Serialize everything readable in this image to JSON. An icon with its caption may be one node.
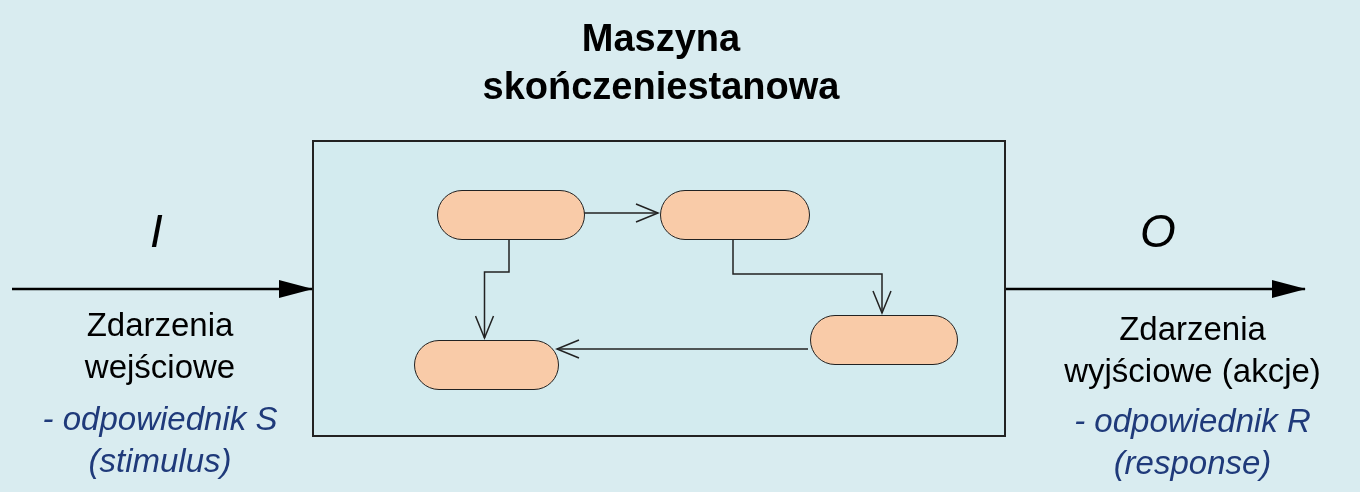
{
  "diagram": {
    "nodes": [
      {
        "text": [
          "Maszyna skończeniestanowa"
        ]
      },
      {
        "text": [],
        "shape": "box",
        "in": 0
      },
      {
        "text": [],
        "shape": "box",
        "in": 0
      },
      {
        "text": [],
        "shape": "box",
        "in": 0
      },
      {
        "text": [],
        "shape": "box",
        "in": 0
      }
    ],
    "edges": [
      {
        "from": 1,
        "to": 2,
        "arrow": "to"
      },
      {
        "from": 1,
        "to": 3,
        "arrow": "to"
      },
      {
        "from": 2,
        "to": 4,
        "arrow": "to"
      },
      {
        "from": 4,
        "to": 3,
        "arrow": "to"
      },
      {
        "from": null,
        "to": 0,
        "arrow": "to",
        "label": "I"
      },
      {
        "from": 0,
        "to": null,
        "arrow": "to",
        "label": "O"
      }
    ],
    "labels": [
      "Zdarzenia wejściowe",
      "- odpowiednik S (stimulus)",
      "Zdarzenia wyjściowe (akcje)",
      "- odpowiednik R (response)"
    ]
  }
}
